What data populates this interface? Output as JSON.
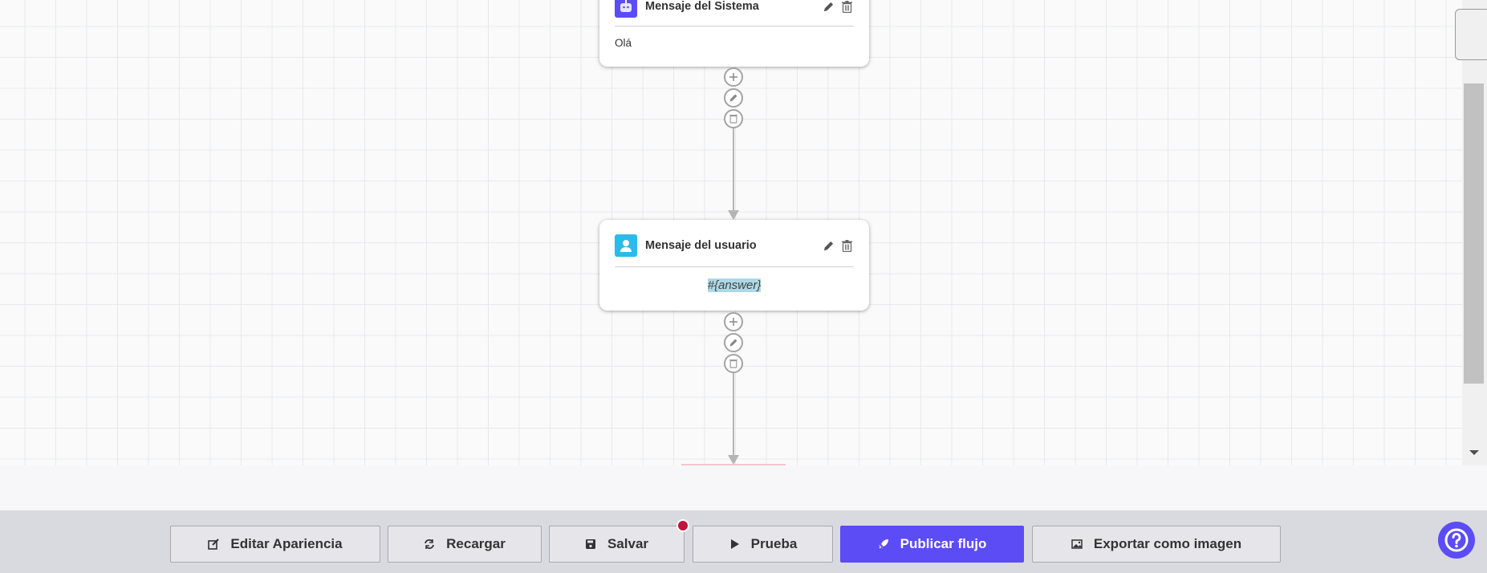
{
  "nodes": [
    {
      "type": "system",
      "title": "Mensaje del Sistema",
      "content": "Olá",
      "icon": "robot-icon",
      "color": "#5b4cf5"
    },
    {
      "type": "user",
      "title": "Mensaje del usuario",
      "content": "#{answer}",
      "icon": "user-icon",
      "color": "#2bbbe8"
    }
  ],
  "toolbar": {
    "edit_appearance": "Editar Apariencia",
    "reload": "Recargar",
    "save": "Salvar",
    "test": "Prueba",
    "publish": "Publicar flujo",
    "export": "Exportar como imagen"
  },
  "colors": {
    "accent": "#5b4cf5",
    "unsaved_dot": "#c0143c",
    "highlight": "#add8e6"
  }
}
